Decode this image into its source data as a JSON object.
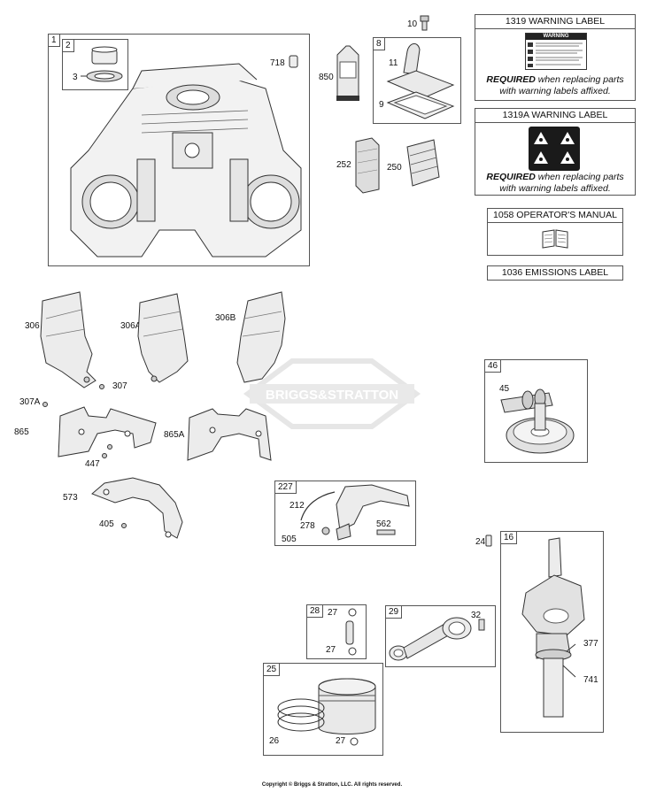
{
  "watermark": "BRIGGS&STRATTON",
  "footer": "Copyright © Briggs & Stratton, LLC. All rights reserved.",
  "panels": {
    "warning_1319": {
      "title": "1319 WARNING LABEL",
      "label_head": "WARNING",
      "required_bold": "REQUIRED",
      "required_rest": " when replacing parts",
      "required_line2": "with warning labels affixed."
    },
    "warning_1319a": {
      "title": "1319A WARNING LABEL",
      "required_bold": "REQUIRED",
      "required_rest": " when replacing parts",
      "required_line2": "with warning labels affixed."
    },
    "manual_1058": {
      "title": "1058 OPERATOR'S MANUAL"
    },
    "emissions_1036": {
      "title": "1036 EMISSIONS LABEL"
    }
  },
  "box_tags": {
    "b1": "1",
    "b2": "2",
    "b8": "8",
    "b227": "227",
    "b46": "46",
    "b16": "16",
    "b28": "28",
    "b29": "29",
    "b25": "25"
  },
  "callouts": {
    "c3": "3",
    "c718": "718",
    "c10": "10",
    "c850": "850",
    "c11": "11",
    "c9": "9",
    "c252": "252",
    "c250": "250",
    "c306": "306",
    "c306a": "306A",
    "c306b": "306B",
    "c307": "307",
    "c307a": "307A",
    "c865": "865",
    "c865a": "865A",
    "c447": "447",
    "c573": "573",
    "c405": "405",
    "c45": "45",
    "c212": "212",
    "c278": "278",
    "c562": "562",
    "c505": "505",
    "c24": "24",
    "c27a": "27",
    "c27b": "27",
    "c32": "32",
    "c377": "377",
    "c741": "741",
    "c26": "26",
    "c27c": "27"
  }
}
